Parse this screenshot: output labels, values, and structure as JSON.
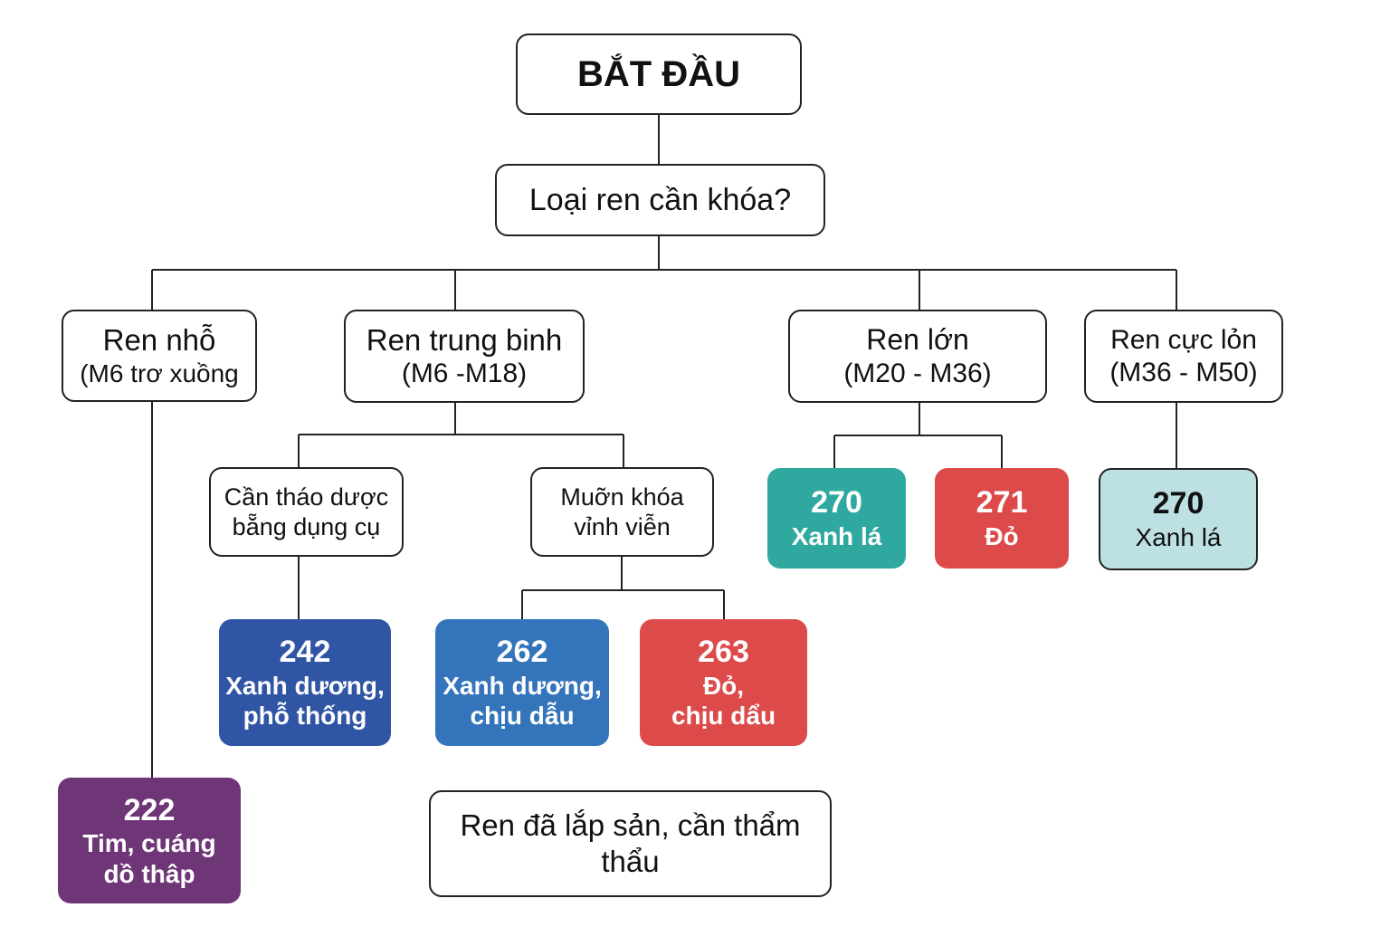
{
  "start": "BẮT ĐẦU",
  "question": "Loại ren cần khóa?",
  "categories": {
    "small": [
      "Ren nhỗ",
      "(M6 trơ xuồng"
    ],
    "medium": [
      "Ren trung binh",
      "(M6 -M18)"
    ],
    "large": [
      "Ren lớn",
      "(M20 - M36)"
    ],
    "xlarge": [
      "Ren cực lỏn",
      "(M36 - M50)"
    ]
  },
  "medium_options": {
    "removable": [
      "Cần tháo dược",
      "bẵng dụng cụ"
    ],
    "permanent": [
      "Muỡn khóa",
      "vỉnh viễn"
    ]
  },
  "results": {
    "r242": {
      "code": "242",
      "lines": [
        "Xanh dương,",
        "phỗ thống"
      ],
      "color": "#2f55a4"
    },
    "r262": {
      "code": "262",
      "lines": [
        "Xanh dương,",
        "chịu dẫu"
      ],
      "color": "#3474bb"
    },
    "r263": {
      "code": "263",
      "lines": [
        "Đỏ,",
        "chịu dẩu"
      ],
      "color": "#dc4a4a"
    },
    "r270a": {
      "code": "270",
      "lines": [
        "Xanh lá"
      ],
      "color": "#2fa8a0"
    },
    "r271": {
      "code": "271",
      "lines": [
        "Đỏ"
      ],
      "color": "#dc4a4a"
    },
    "r270b": {
      "code": "270",
      "lines": [
        "Xanh lá"
      ],
      "color": "#bde0e3"
    },
    "r222": {
      "code": "222",
      "lines": [
        "Tim, cuáng",
        "dồ thâp"
      ],
      "color": "#6e3577"
    }
  },
  "prefilled": [
    "Ren đã lắp sản, cần thẩm",
    "thẩu"
  ]
}
